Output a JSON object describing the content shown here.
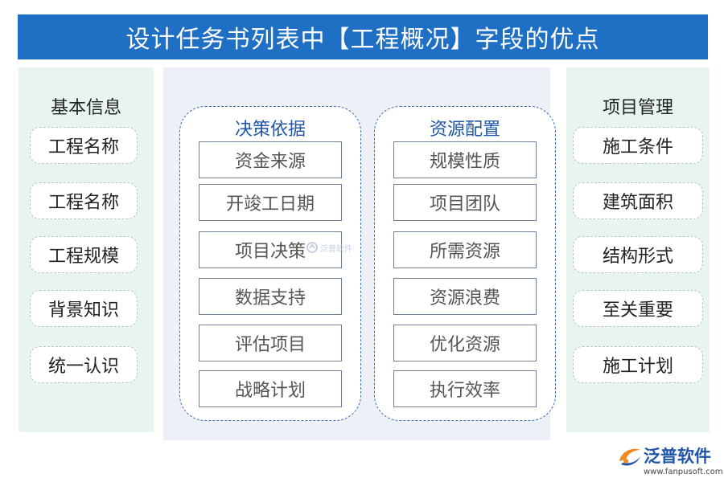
{
  "title": "设计任务书列表中【工程概况】字段的优点",
  "left_panel": {
    "heading": "基本信息",
    "items": [
      "工程名称",
      "工程名称",
      "工程规模",
      "背景知识",
      "统一认识"
    ]
  },
  "center": {
    "groups": [
      {
        "title": "决策依据",
        "items": [
          "资金来源",
          "开竣工日期",
          "项目决策",
          "数据支持",
          "评估项目",
          "战略计划"
        ]
      },
      {
        "title": "资源配置",
        "items": [
          "规模性质",
          "项目团队",
          "所需资源",
          "资源浪费",
          "优化资源",
          "执行效率"
        ]
      }
    ]
  },
  "right_panel": {
    "heading": "项目管理",
    "items": [
      "施工条件",
      "建筑面积",
      "结构形式",
      "至关重要",
      "施工计划"
    ]
  },
  "watermark": "泛普软件",
  "logo": {
    "name": "泛普软件",
    "url": "www.fanpusoft.com"
  },
  "colors": {
    "title_bar": "#1f6fc4",
    "side_panel": "#e8f4ef",
    "center_panel": "#eef0f8",
    "group_border": "#3a6fb0",
    "group_title": "#1f56a8",
    "logo_orange": "#f08a24"
  }
}
